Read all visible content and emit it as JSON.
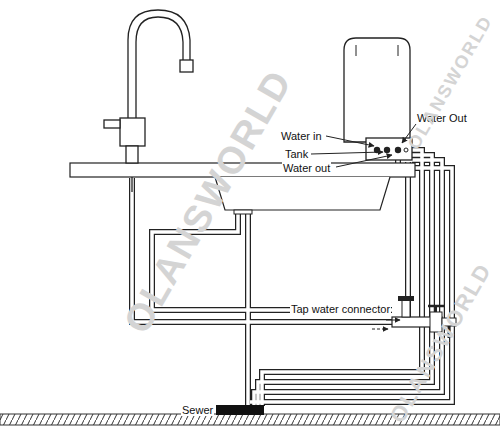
{
  "diagram": {
    "labels": [
      "Water in",
      "Water Out",
      "Tank",
      "Water out",
      "Tap water connector",
      "Sewer",
      "OLANSWORLD",
      "OLANSWORLD",
      "OLANSWORLD"
    ]
  }
}
